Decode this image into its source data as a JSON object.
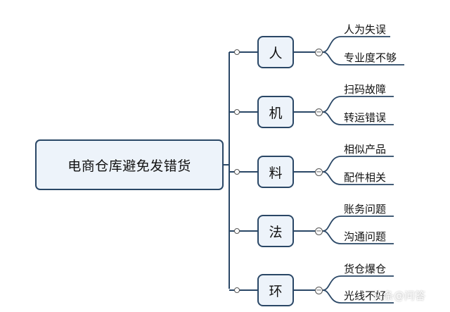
{
  "root": {
    "label": "电商仓库避免发错货"
  },
  "branches": [
    {
      "label": "人",
      "children": [
        "人为失误",
        "专业度不够"
      ]
    },
    {
      "label": "机",
      "children": [
        "扫码故障",
        "转运错误"
      ]
    },
    {
      "label": "料",
      "children": [
        "相似产品",
        "配件相关"
      ]
    },
    {
      "label": "法",
      "children": [
        "账务问题",
        "沟通问题"
      ]
    },
    {
      "label": "环",
      "children": [
        "货仓爆仓",
        "光线不好"
      ]
    }
  ],
  "watermark": {
    "text": "头条@问答"
  },
  "colors": {
    "line": "#2a4766",
    "node_fill": "#edf3fa",
    "node_border": "#2a4766"
  }
}
